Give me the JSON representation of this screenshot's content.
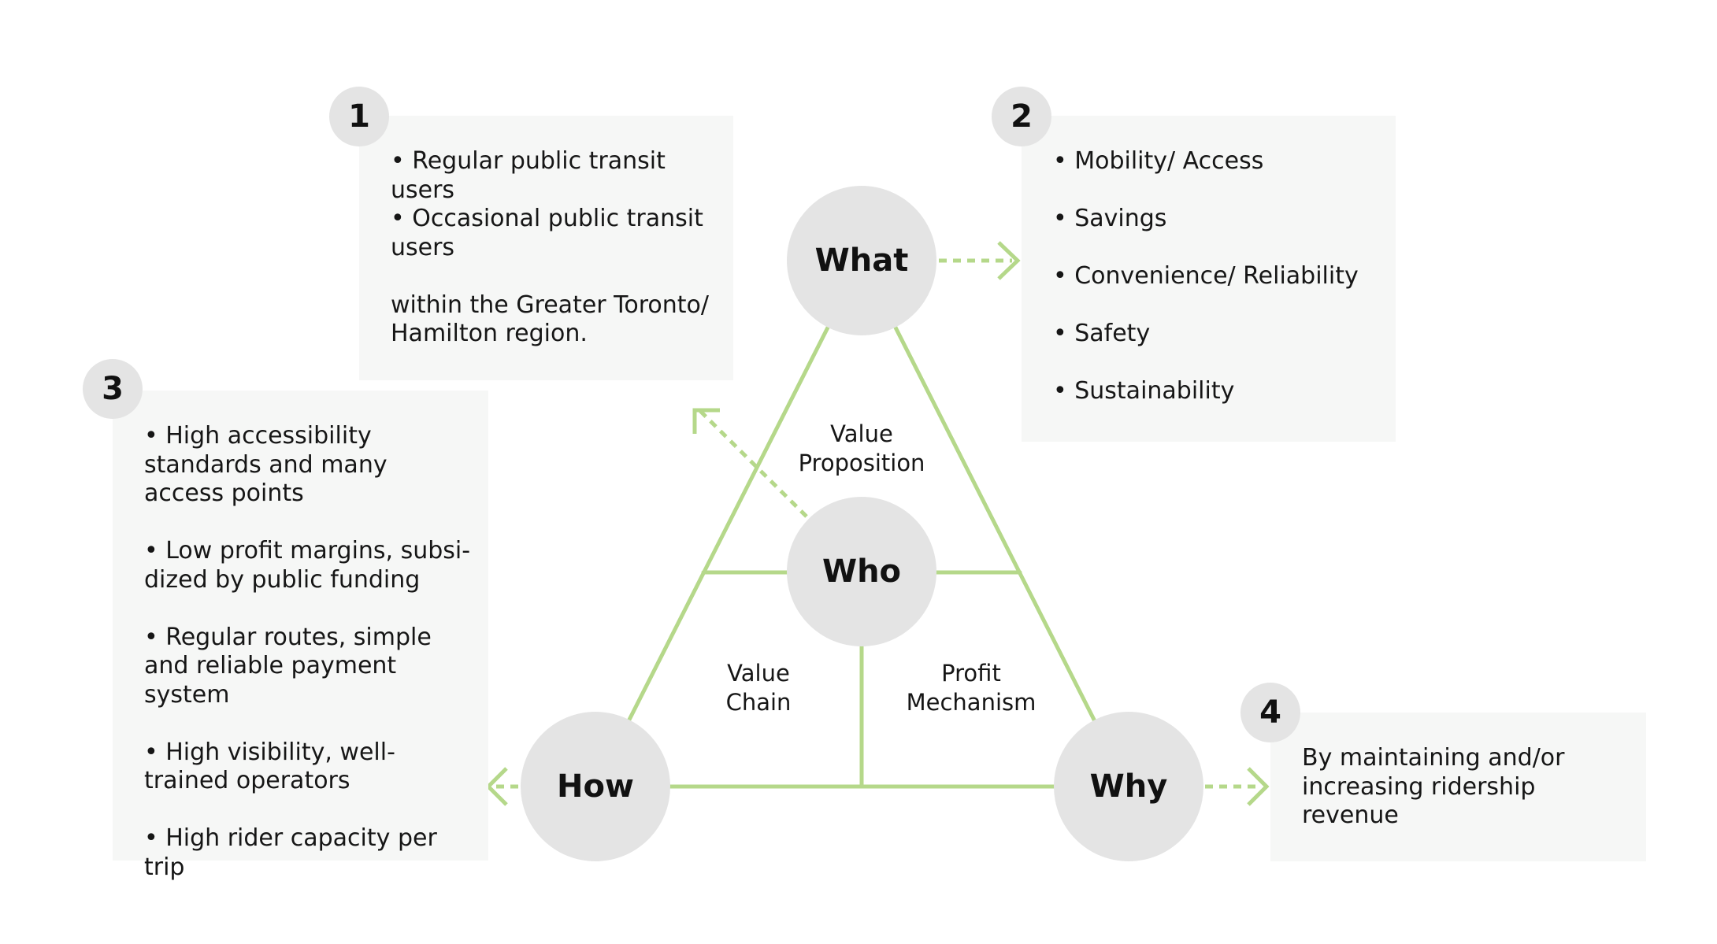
{
  "colors": {
    "line": "#b5d88a",
    "node": "#e4e4e4",
    "box": "#f6f7f6"
  },
  "nodes": {
    "what": "What",
    "who": "Who",
    "how": "How",
    "why": "Why"
  },
  "triangle_labels": {
    "value_proposition": "Value\nProposition",
    "value_chain": "Value\nChain",
    "profit_mechanism": "Profit\nMechanism"
  },
  "boxes": {
    "who": {
      "number": "1",
      "lines": [
        "• Regular public transit users",
        "• Occasional public transit users",
        "",
        "within the Greater Toronto/ Hamilton region."
      ]
    },
    "what": {
      "number": "2",
      "lines": [
        "• Mobility/ Access",
        "",
        "• Savings",
        "",
        "• Convenience/ Reliability",
        "",
        "• Safety",
        "",
        "• Sustainability"
      ]
    },
    "how": {
      "number": "3",
      "lines": [
        "• High accessibility standards and many access points",
        "",
        "• Low profit margins, subsi-dized by public funding",
        "",
        "• Regular routes, simple and reliable payment system",
        "",
        "• High visibility, well-trained operators",
        "",
        "• High rider capacity per trip"
      ]
    },
    "why": {
      "number": "4",
      "lines": [
        "By maintaining and/or increasing ridership revenue"
      ]
    }
  }
}
